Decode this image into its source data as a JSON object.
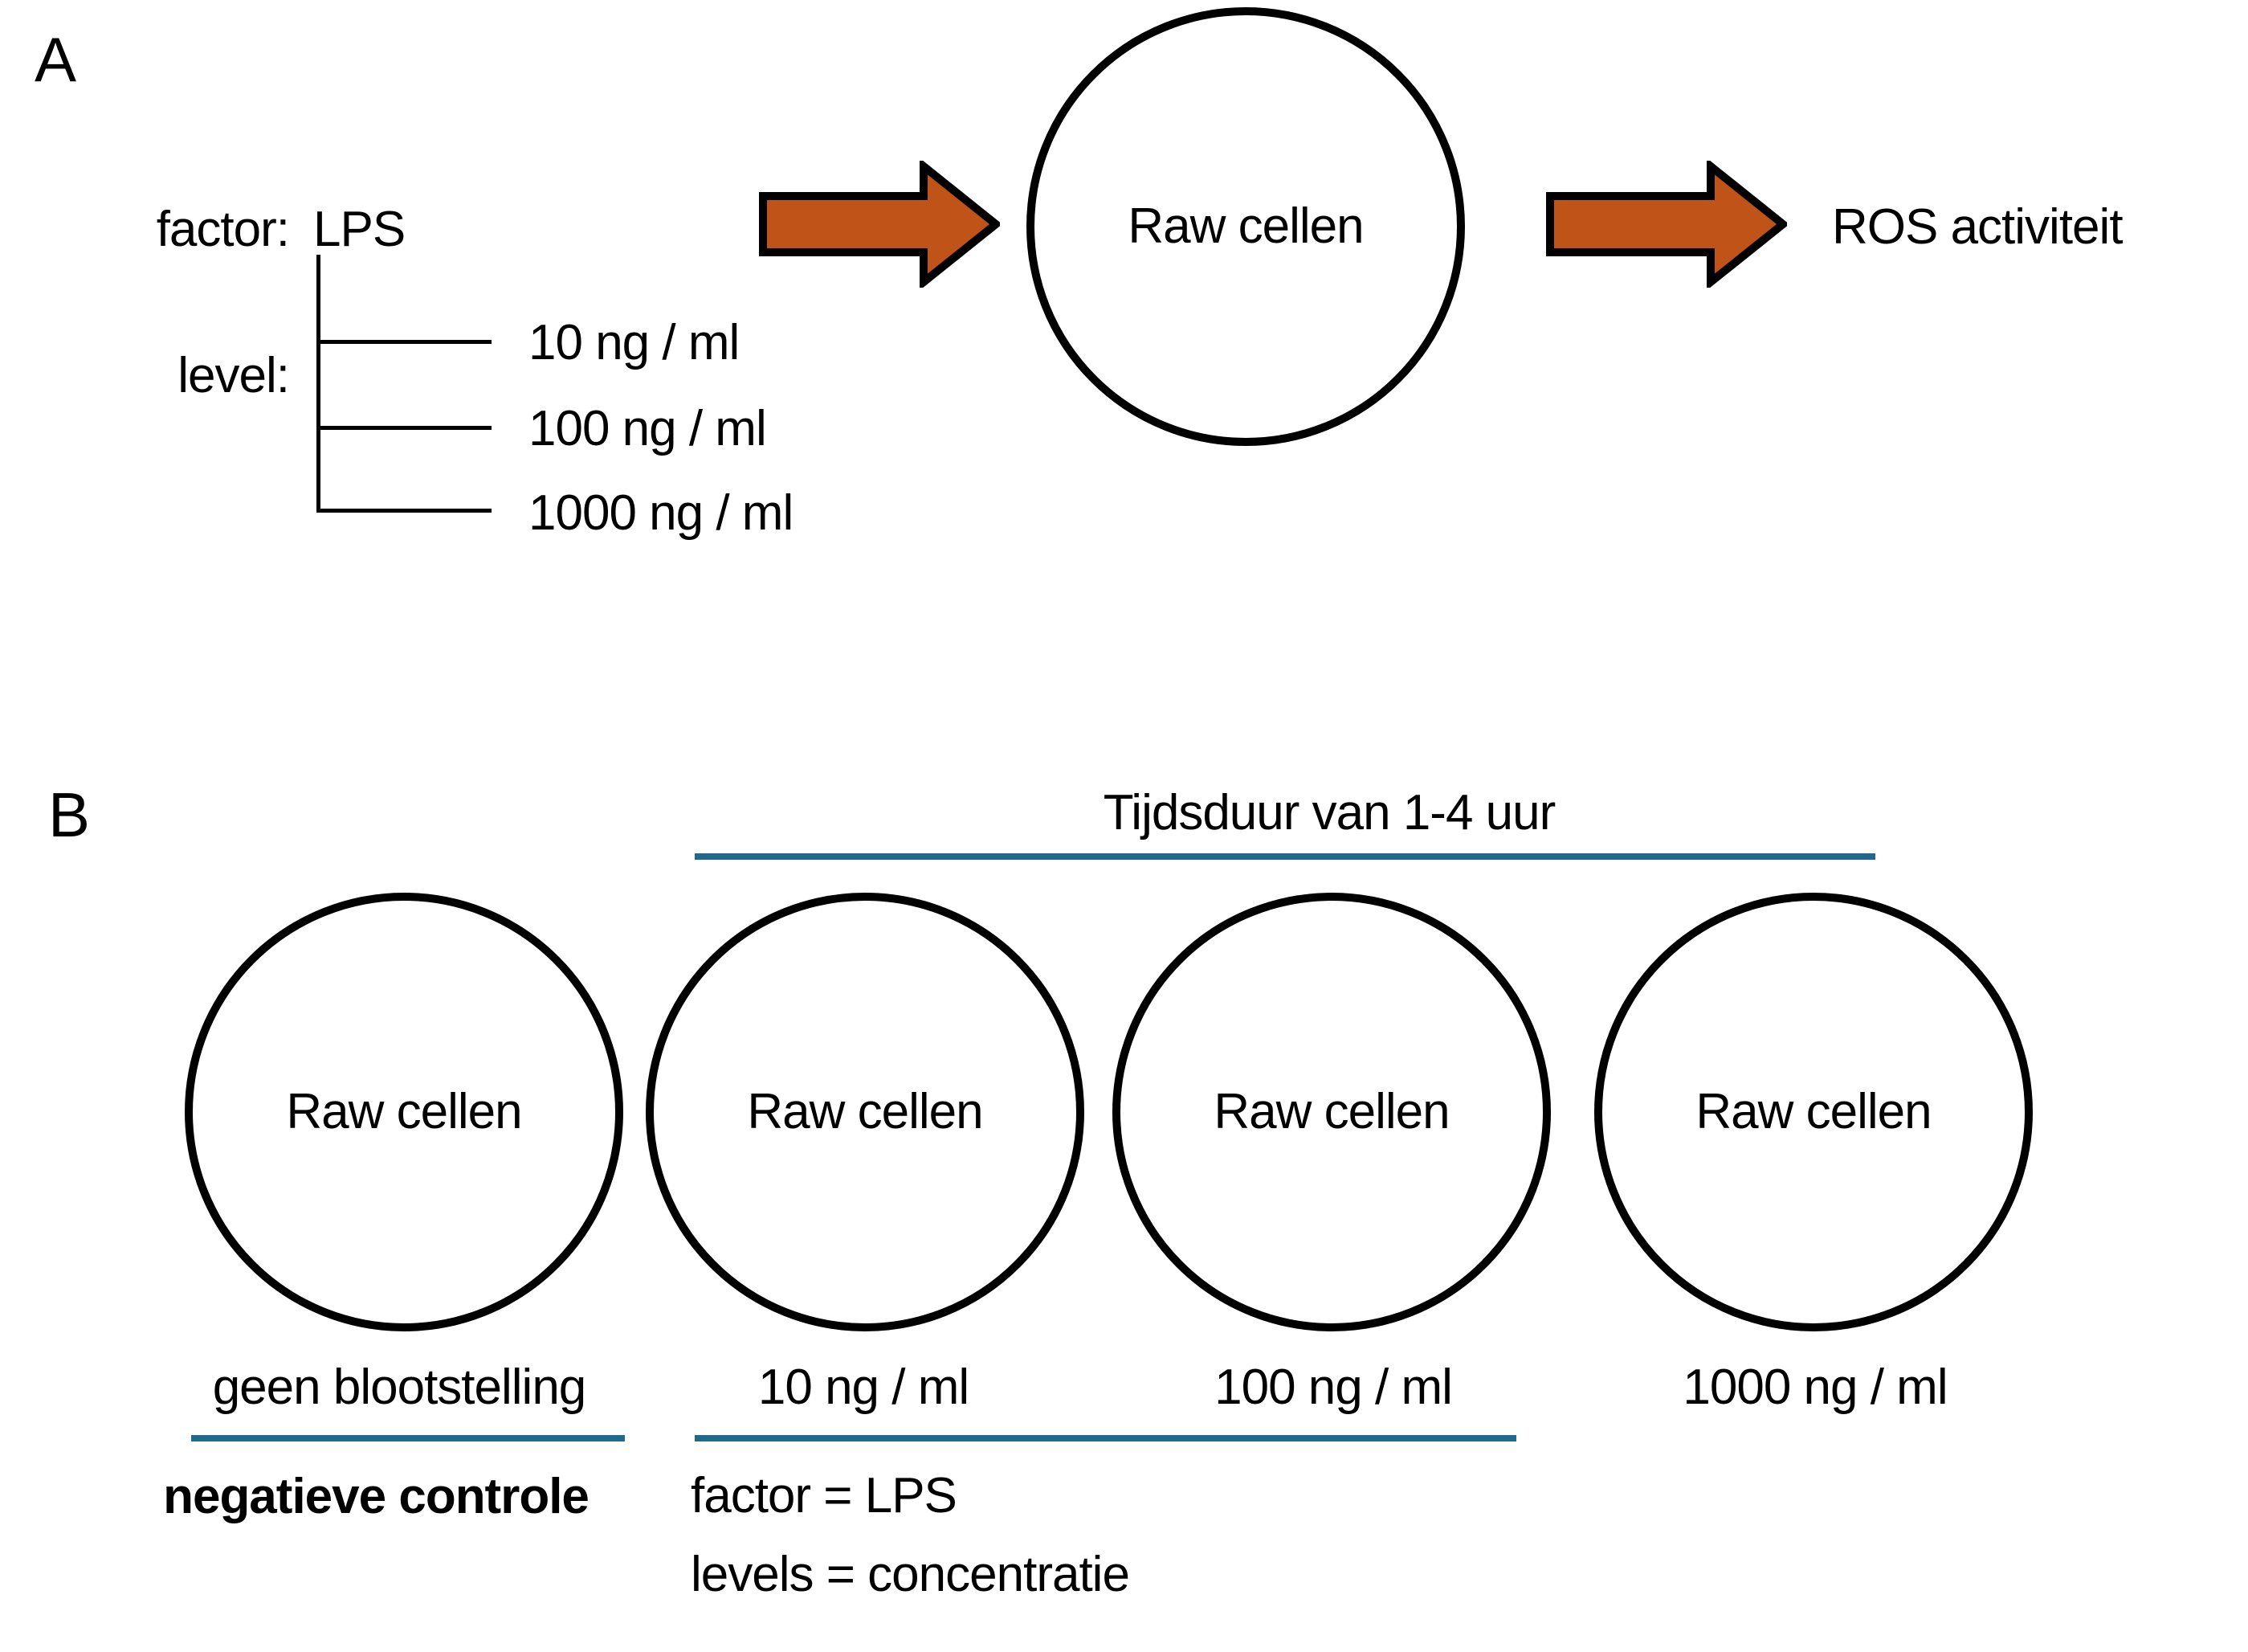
{
  "colors": {
    "arrow_fill": "#C05317",
    "arrow_border": "#000000",
    "underline_blue": "#1F6A8B",
    "text": "#000000",
    "background": "#FFFFFF"
  },
  "panel_a": {
    "label": "A",
    "factor_label": "factor:",
    "factor_value": "LPS",
    "level_label": "level:",
    "levels": [
      "10 ng / ml",
      "100 ng / ml",
      "1000 ng / ml"
    ],
    "cell_label": "Raw cellen",
    "output_label": "ROS activiteit",
    "arrow_icon_name": "flow-arrow"
  },
  "panel_b": {
    "label": "B",
    "duration_label": "Tijdsduur van 1-4 uur",
    "circles": [
      {
        "label": "Raw cellen",
        "condition": "geen blootstelling"
      },
      {
        "label": "Raw cellen",
        "condition": "10 ng / ml"
      },
      {
        "label": "Raw cellen",
        "condition": "100 ng / ml"
      },
      {
        "label": "Raw cellen",
        "condition": "1000 ng / ml"
      }
    ],
    "control_label": "negatieve controle",
    "factor_note": "factor = LPS",
    "levels_note": "levels = concentratie"
  }
}
